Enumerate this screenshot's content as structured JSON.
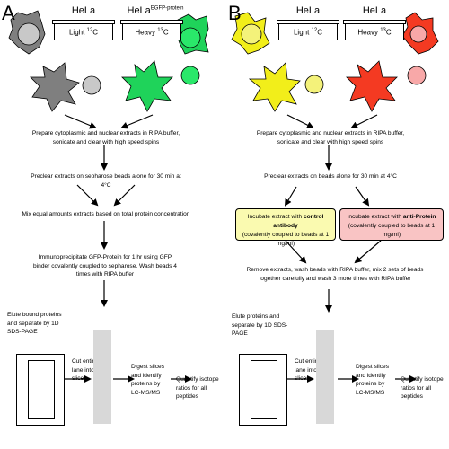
{
  "panel_a": {
    "letter": "A",
    "dish_left": {
      "title": "HeLa",
      "label": "Light ",
      "isotope": "12",
      "element": "C"
    },
    "dish_right": {
      "title": "HeLa",
      "title_sup": "EGFP-protein",
      "label": "Heavy ",
      "isotope": "13",
      "element": "C"
    },
    "steps": [
      "Prepare cytoplasmic and nuclear extracts in RIPA buffer, sonicate and clear with high speed spins",
      "Preclear extracts on sepharose beads alone for 30 min at 4°C",
      "Mix equal amounts extracts based on total protein concentration",
      "Immunoprecipitate GFP-Protein for 1 hr using GFP binder covalently coupled to sepharose. Wash beads 4 times with RIPA buffer"
    ],
    "elute": "Elute bound proteins and separate by 1D SDS-PAGE",
    "cut": "Cut entire gel lane into slices",
    "digest": "Digest slices and identify proteins by LC-MS/MS",
    "quantify": "Quantify isotope ratios for all peptides"
  },
  "panel_b": {
    "letter": "B",
    "dish_left": {
      "title": "HeLa",
      "label": "Light ",
      "isotope": "12",
      "element": "C"
    },
    "dish_right": {
      "title": "HeLa",
      "label": "Heavy ",
      "isotope": "13",
      "element": "C"
    },
    "steps": [
      "Prepare cytoplasmic and nuclear extracts in RIPA buffer, sonicate and clear with high speed spins",
      "Preclear extracts on beads alone for 30 min at 4°C"
    ],
    "box_left": {
      "pre": "Incubate extract with ",
      "bold": "control antibody",
      "post": "(covalently coupled to beads at 1 mg/ml)"
    },
    "box_right": {
      "pre": "Incubate extract with ",
      "bold": "anti-Protein",
      "post": "(covalently coupled to beads at 1 mg/ml)"
    },
    "remove": "Remove extracts, wash beads with RIPA buffer, mix 2 sets of beads together carefully and wash 3 more times with RIPA buffer",
    "elute": "Elute proteins and separate by 1D SDS-PAGE",
    "cut": "Cut entire gel lane into slices",
    "digest": "Digest slices and identify proteins by LC-MS/MS",
    "quantify": "Quantify isotope ratios for all peptides"
  },
  "colors": {
    "gray_cell": "#7f7f7f",
    "gray_nucleus": "#c8c8c8",
    "green_cell": "#1fd35a",
    "green_nucleus": "#2ae86a",
    "yellow_cell": "#f2ee1a",
    "yellow_nucleus": "#f4f27a",
    "red_cell": "#f43a22",
    "red_nucleus": "#f8a8a8",
    "box_yellow": "#fafab0",
    "box_red": "#f9c4c4"
  }
}
